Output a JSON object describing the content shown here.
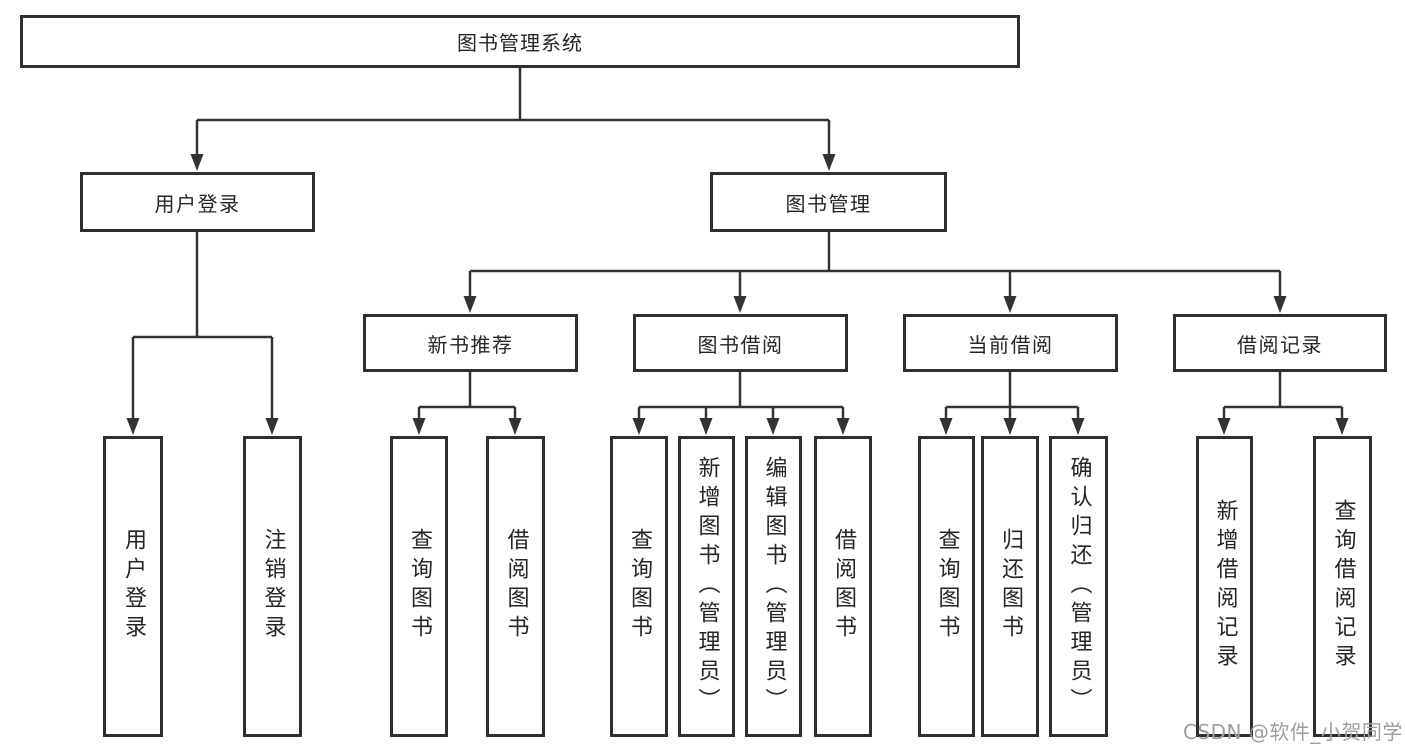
{
  "diagram": {
    "tree": {
      "root": "图书管理系统",
      "branches": [
        {
          "label": "用户登录",
          "leaves": [
            "用户登录",
            "注销登录"
          ]
        },
        {
          "label": "图书管理",
          "sections": [
            {
              "label": "新书推荐",
              "leaves": [
                "查询图书",
                "借阅图书"
              ]
            },
            {
              "label": "图书借阅",
              "leaves": [
                "查询图书",
                "新增图书（管理员）",
                "编辑图书（管理员）",
                "借阅图书"
              ]
            },
            {
              "label": "当前借阅",
              "leaves": [
                "查询图书",
                "归还图书",
                "确认归还（管理员）"
              ]
            },
            {
              "label": "借阅记录",
              "leaves": [
                "新增借阅记录",
                "查询借阅记录"
              ]
            }
          ]
        }
      ]
    },
    "colors": {
      "line": "#333333",
      "box_border": "#2f2f2f",
      "text": "#262626",
      "background": "#ffffff",
      "watermark": "#9e9e9e"
    }
  },
  "watermark": {
    "text": "CSDN @软件_小贺同学"
  }
}
